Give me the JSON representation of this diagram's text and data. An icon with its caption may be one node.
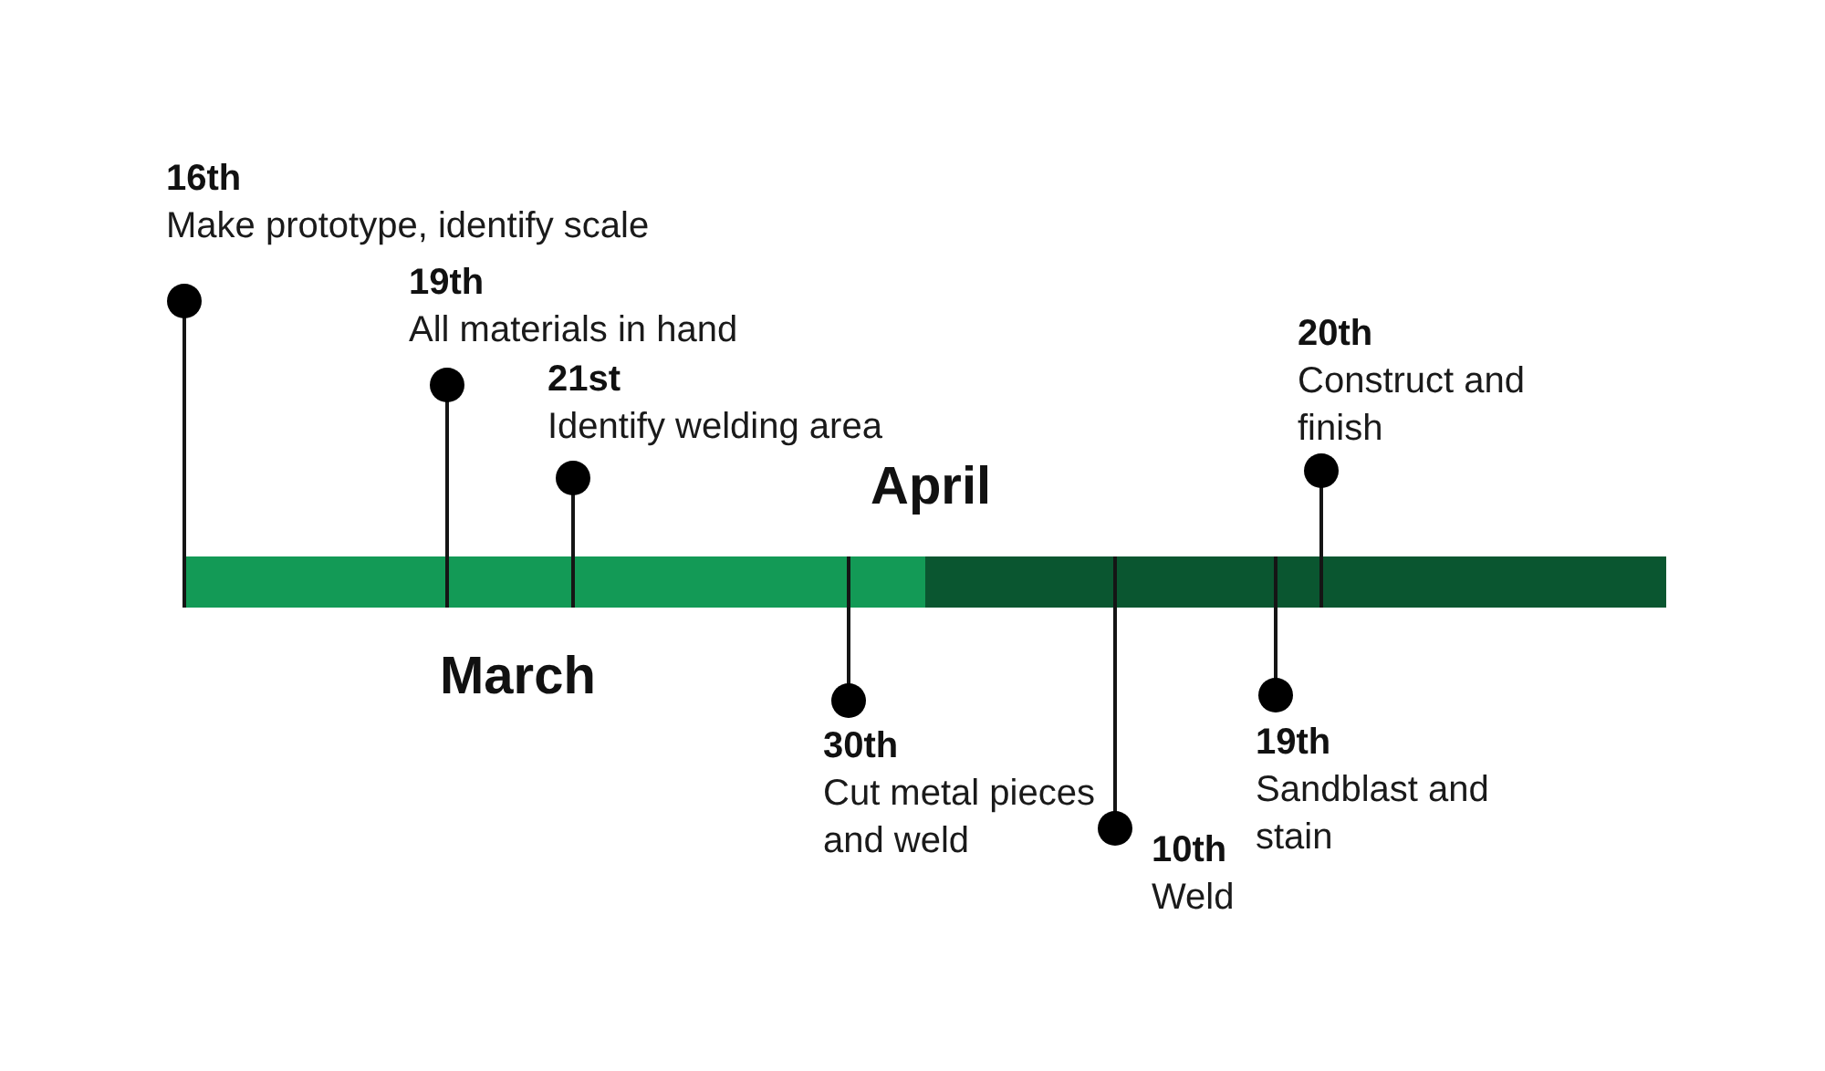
{
  "diagram": {
    "nodes": [
      {
        "text": [],
        "shape": "bar",
        "beside": [
          "March"
        ]
      },
      {
        "text": [],
        "shape": "bar",
        "beside": [
          "April"
        ]
      },
      {
        "text": [
          "16th",
          "Make prototype, identify scale"
        ]
      },
      {
        "text": [
          "19th",
          "All materials in hand"
        ]
      },
      {
        "text": [
          "21st",
          "Identify welding area"
        ]
      },
      {
        "text": [
          "30th",
          "Cut metal pieces and weld"
        ]
      },
      {
        "text": [
          "10th",
          "Weld"
        ]
      },
      {
        "text": [
          "19th",
          "Sandblast and stain"
        ]
      },
      {
        "text": [
          "20th",
          "Construct and finish"
        ]
      }
    ],
    "edges": [
      {
        "from": 2,
        "to": 0,
        "arrow": "other"
      },
      {
        "from": 3,
        "to": 0,
        "arrow": "other"
      },
      {
        "from": 4,
        "to": 0,
        "arrow": "other"
      },
      {
        "from": 5,
        "to": 0,
        "arrow": "other"
      },
      {
        "from": 6,
        "to": 1,
        "arrow": "other"
      },
      {
        "from": 7,
        "to": 1,
        "arrow": "other"
      },
      {
        "from": 8,
        "to": 1,
        "arrow": "other"
      }
    ]
  }
}
